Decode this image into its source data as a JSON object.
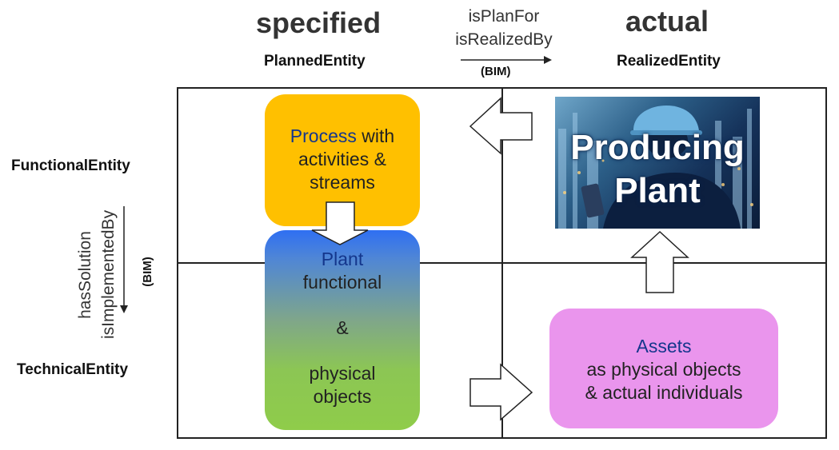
{
  "columns": {
    "specified": {
      "title": "specified",
      "entity": "PlannedEntity"
    },
    "actual": {
      "title": "actual",
      "entity": "RealizedEntity"
    }
  },
  "column_relation": {
    "line1": "isPlanFor",
    "line2": "isRealizedBy",
    "qualifier": "(BIM)"
  },
  "rows": {
    "functional": "FunctionalEntity",
    "technical": "TechnicalEntity"
  },
  "row_relation": {
    "line1": "hasSolution",
    "line2": "isImplementedBy",
    "qualifier": "(BIM)"
  },
  "boxes": {
    "process": {
      "keyword": "Process",
      "rest1": " with",
      "line2": "activities &",
      "line3": "streams",
      "color": "#ffc000"
    },
    "plant": {
      "keyword": "Plant",
      "line2": "functional",
      "line3": "&",
      "line4": "physical",
      "line5": "objects",
      "color_top": "#2f6ff2",
      "color_bottom": "#8fcc4a"
    },
    "assets": {
      "keyword": "Assets",
      "line2": "as physical objects",
      "line3": "& actual individuals",
      "color": "#ea95ed"
    },
    "producing_plant": {
      "line1": "Producing",
      "line2": "Plant"
    }
  },
  "colors": {
    "grid": "#222222",
    "keyword": "#14368c"
  }
}
